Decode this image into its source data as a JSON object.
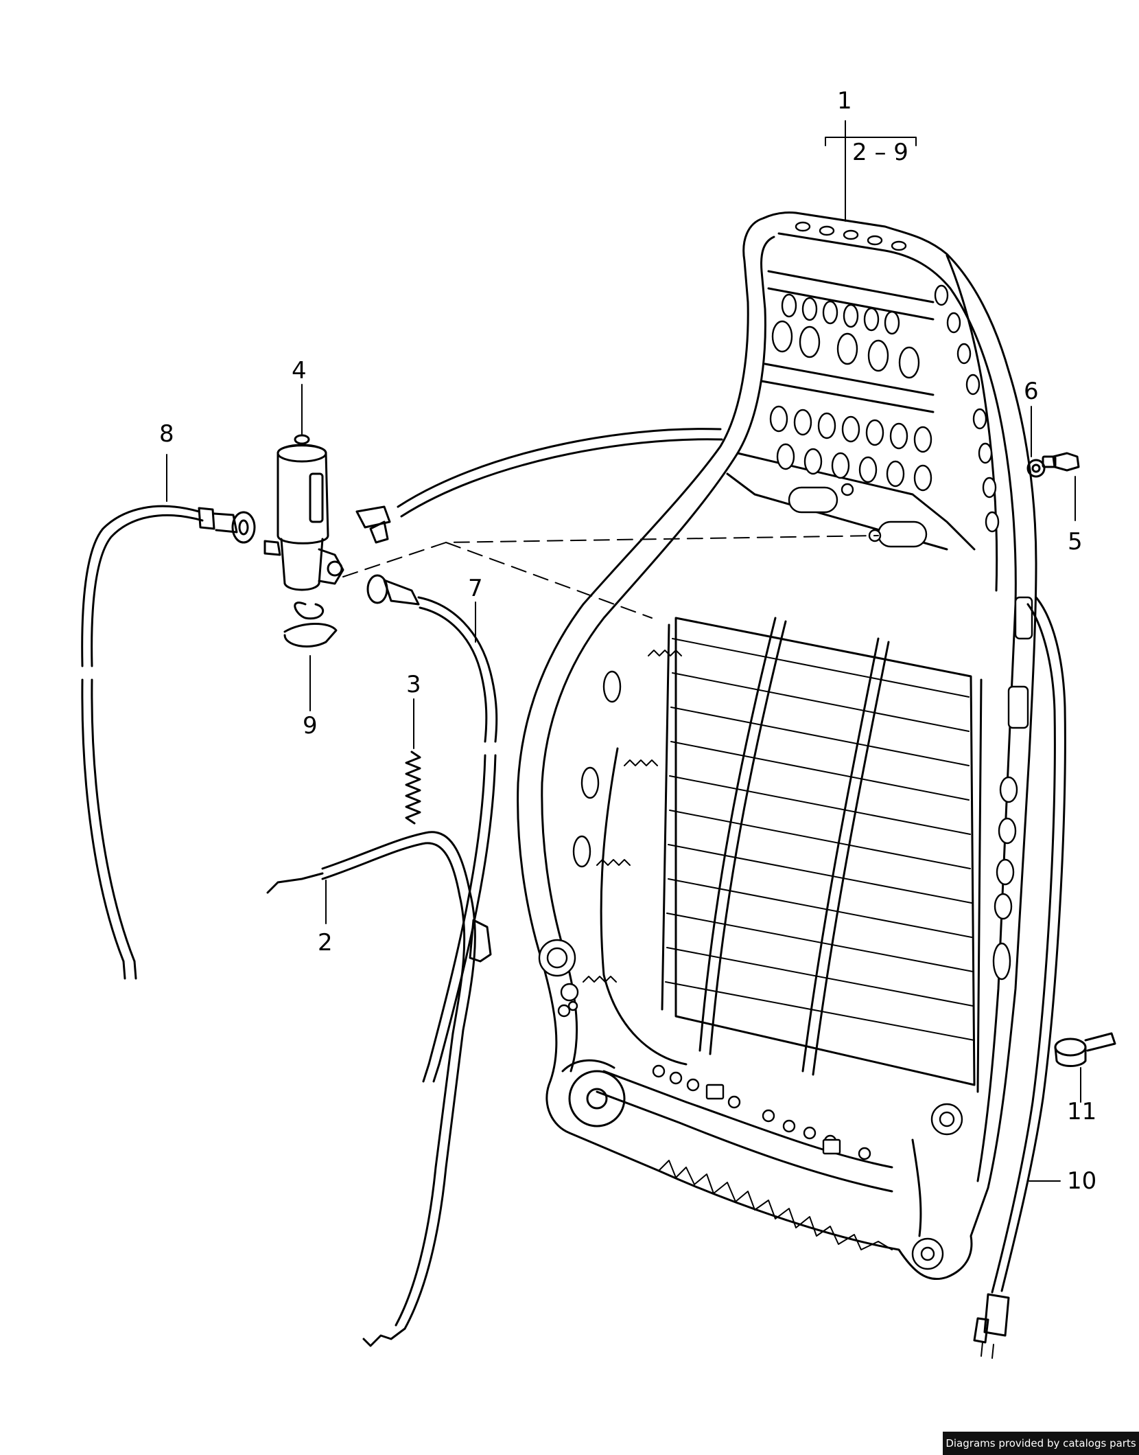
{
  "callouts": {
    "c1": "1",
    "c2_9": "2 – 9",
    "c2": "2",
    "c3": "3",
    "c4": "4",
    "c5": "5",
    "c6": "6",
    "c7": "7",
    "c8": "8",
    "c9": "9",
    "c10": "10",
    "c11": "11"
  },
  "credit": "Diagrams provided by catalogs parts"
}
